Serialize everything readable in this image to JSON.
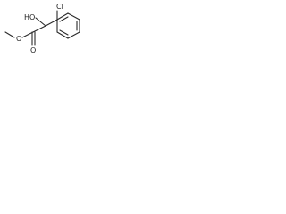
{
  "molecule": {
    "atom_labels": {
      "chlorine": "Cl",
      "hydroxyl": "HO",
      "carbonyl_oxygen": "O",
      "ester_oxygen": "O"
    }
  }
}
